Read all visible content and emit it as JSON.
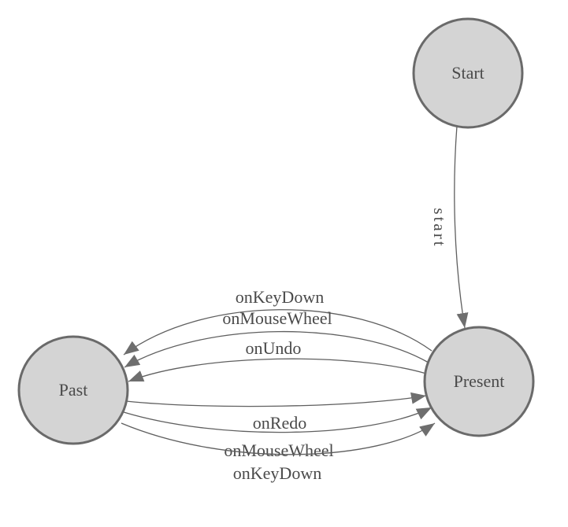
{
  "diagram": {
    "kind": "state-machine",
    "nodes": [
      {
        "id": "start",
        "label": "Start"
      },
      {
        "id": "present",
        "label": "Present"
      },
      {
        "id": "past",
        "label": "Past"
      }
    ],
    "edges": [
      {
        "from": "start",
        "to": "present",
        "label": "start"
      },
      {
        "from": "present",
        "to": "past",
        "label": "onKeyDown"
      },
      {
        "from": "present",
        "to": "past",
        "label": "onMouseWheel"
      },
      {
        "from": "present",
        "to": "past",
        "label": "onUndo"
      },
      {
        "from": "past",
        "to": "present",
        "label": "onRedo"
      },
      {
        "from": "past",
        "to": "present",
        "label": "onMouseWheel"
      },
      {
        "from": "past",
        "to": "present",
        "label": "onKeyDown"
      }
    ]
  },
  "colors": {
    "background": "#ffffff",
    "node-fill": "#d4d4d4",
    "node-stroke": "#6a6a6a",
    "edge-stroke": "#5f5f5f",
    "arrowhead": "#6e6e6e",
    "label-text": "#4a4a4a"
  }
}
